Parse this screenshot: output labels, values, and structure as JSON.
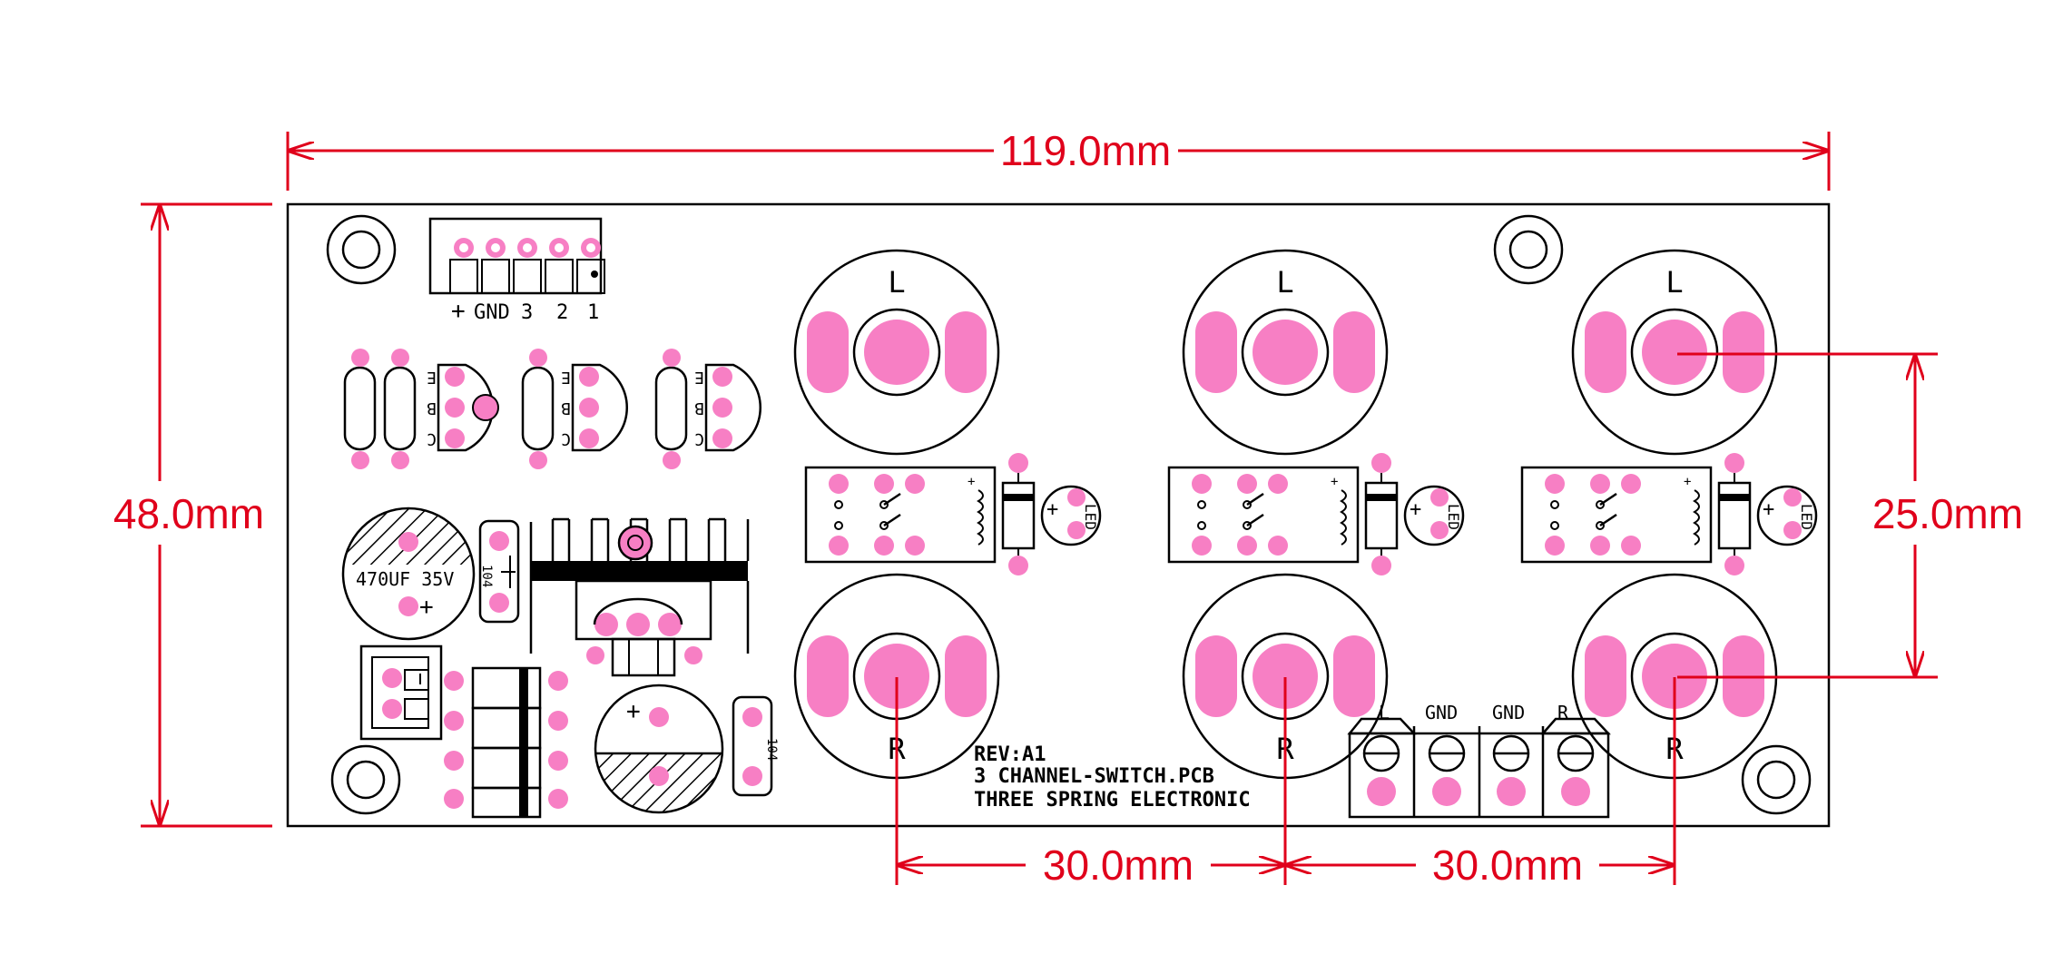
{
  "colors": {
    "pad": "#f77fc4",
    "dimension": "#e0001b",
    "outline": "#000000",
    "background": "#ffffff"
  },
  "dimensions": {
    "width": "119.0mm",
    "height": "48.0mm",
    "switch_spacing": "25.0mm",
    "spacing_left": "30.0mm",
    "spacing_right": "30.0mm"
  },
  "board": {
    "revision": "REV:A1",
    "name": "3 CHANNEL-SWITCH.PCB",
    "maker": "THREE SPRING ELECTRONIC"
  },
  "connector": {
    "pins": [
      "+",
      "GND",
      "3",
      "2",
      "1"
    ]
  },
  "transistor_pins": [
    "E",
    "B",
    "C"
  ],
  "capacitors": {
    "big_value": "470UF 35V",
    "plus": "+",
    "ceramic": "104"
  },
  "channel_labels": {
    "top": "L",
    "bottom": "R"
  },
  "led_label": "LED",
  "terminal_labels": [
    "L",
    "GND",
    "GND",
    "R"
  ]
}
